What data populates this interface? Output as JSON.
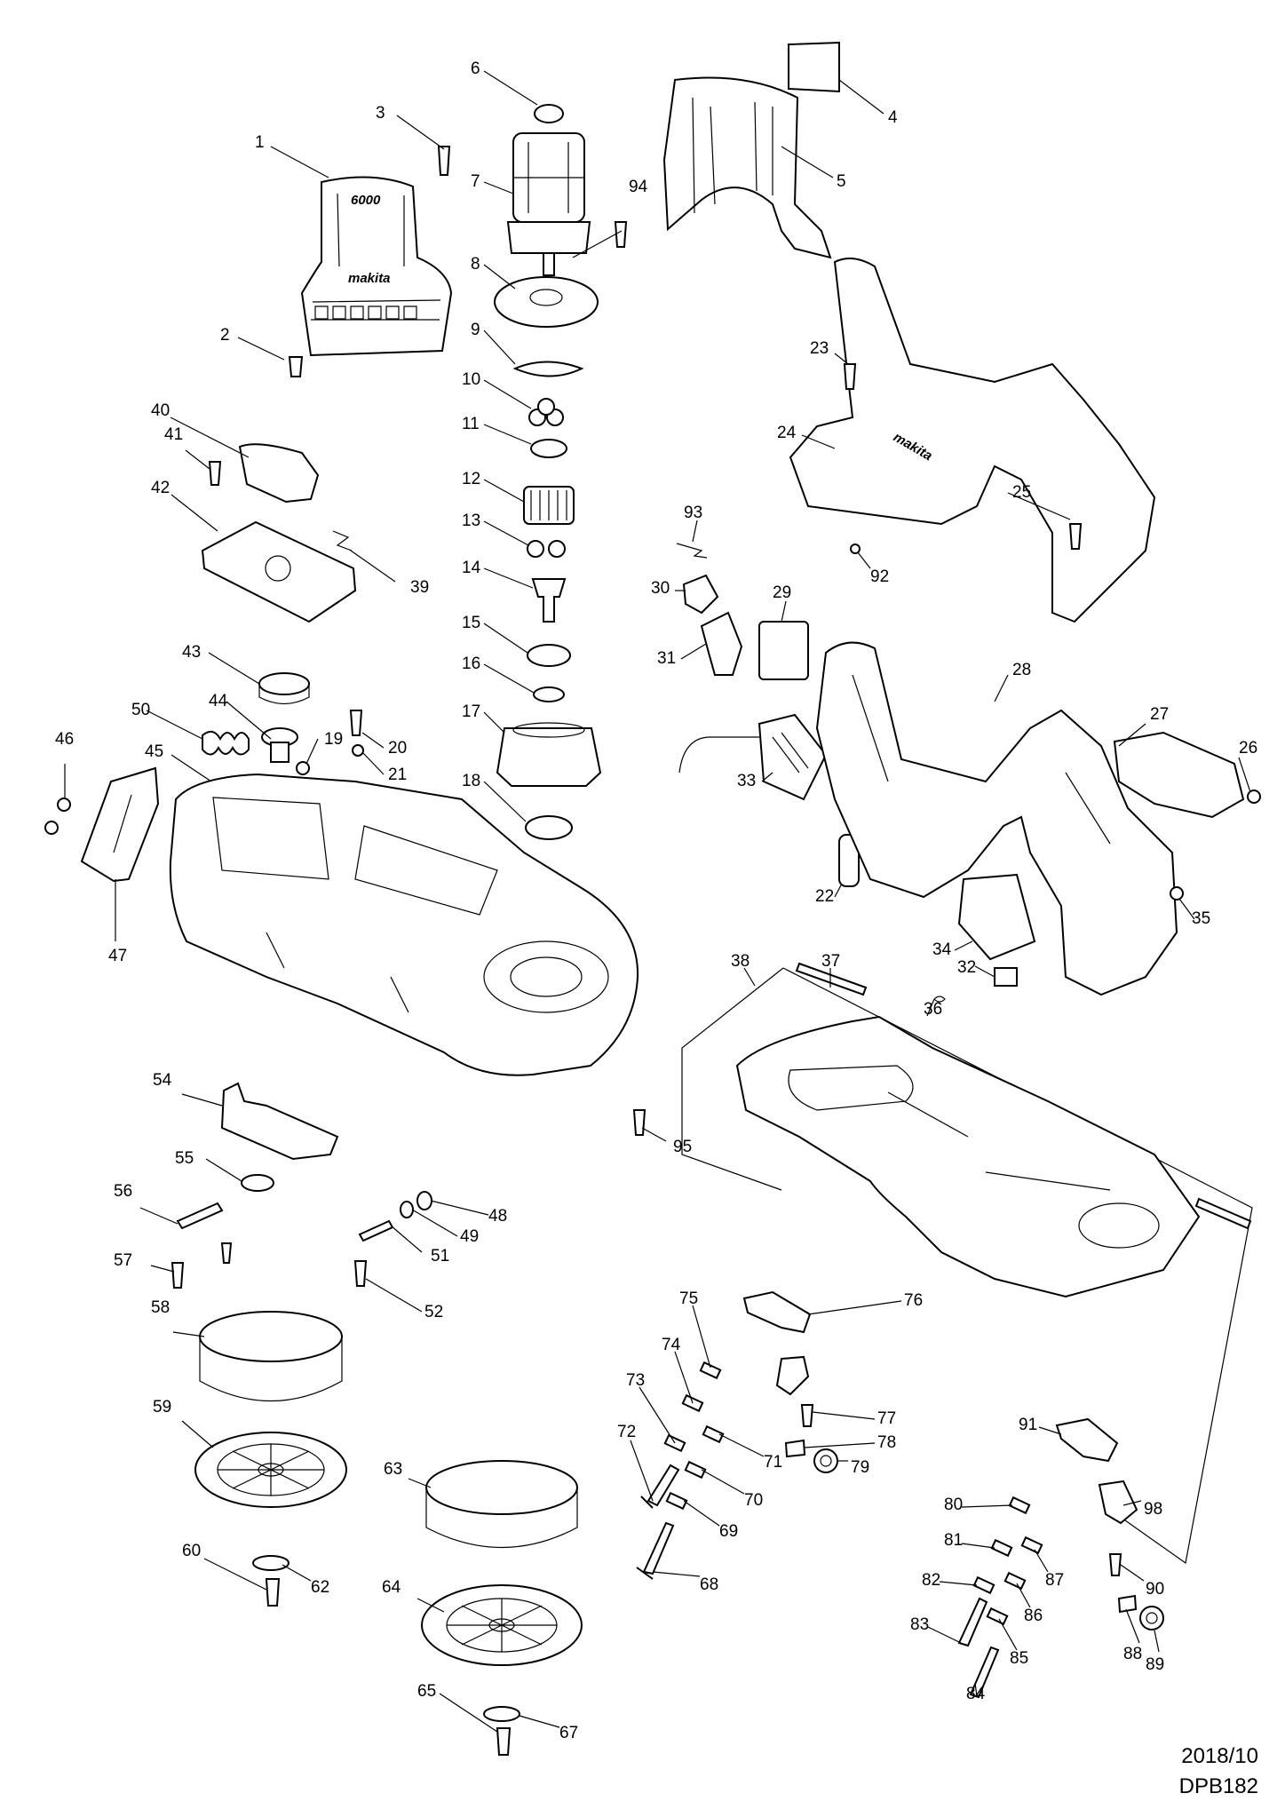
{
  "diagram": {
    "brand_text": "makita",
    "bearing_code": "6000",
    "callouts": [
      "1",
      "2",
      "3",
      "4",
      "5",
      "6",
      "7",
      "8",
      "9",
      "10",
      "11",
      "12",
      "13",
      "14",
      "15",
      "16",
      "17",
      "18",
      "19",
      "20",
      "21",
      "22",
      "23",
      "24",
      "25",
      "26",
      "27",
      "28",
      "29",
      "30",
      "31",
      "32",
      "33",
      "34",
      "35",
      "36",
      "37",
      "38",
      "39",
      "40",
      "41",
      "42",
      "43",
      "44",
      "45",
      "46",
      "47",
      "48",
      "49",
      "50",
      "51",
      "52",
      "54",
      "55",
      "56",
      "57",
      "58",
      "59",
      "60",
      "62",
      "63",
      "64",
      "65",
      "67",
      "68",
      "69",
      "70",
      "71",
      "72",
      "73",
      "74",
      "75",
      "76",
      "77",
      "78",
      "79",
      "80",
      "81",
      "82",
      "83",
      "84",
      "85",
      "86",
      "87",
      "88",
      "89",
      "90",
      "91",
      "92",
      "93",
      "94",
      "95",
      "98"
    ]
  },
  "footer": {
    "date": "2018/10",
    "model": "DPB182"
  }
}
